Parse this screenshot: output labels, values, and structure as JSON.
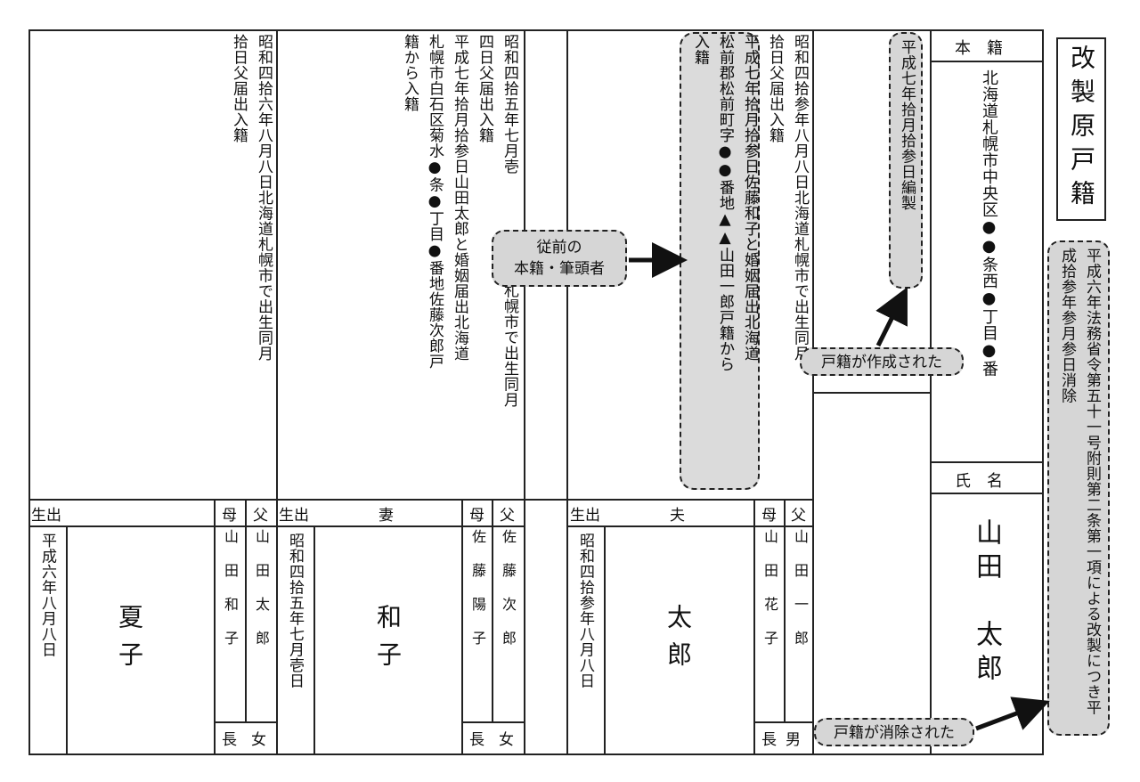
{
  "title": "改製原戸籍",
  "honseki": {
    "label": "本　籍",
    "address": "北海道札幌市中央区●●条西●丁目●番"
  },
  "shimei": {
    "label": "氏　名",
    "name": "山田　太郎"
  },
  "kaisei_note": "平成六年法務省令第五十一号附則第二条第一項による改製につき平成拾参年参月参日消除",
  "callouts": {
    "hensei_date": "平成七年拾月拾参日編製",
    "created": "戸籍が作成された",
    "deleted": "戸籍が消除された",
    "prev_1": "従前の",
    "prev_2": "本籍・筆頭者"
  },
  "persons": {
    "husband": {
      "history_1": "昭和四拾参年八月八日北海道札幌市で出生同月",
      "history_2": "拾日父届出入籍",
      "history_3": "平成七年拾月拾参日佐藤和子と婚姻届出北海道",
      "history_4": "松前郡松前町字●●番地▲▲山田一郎戸籍から",
      "history_5": "入籍",
      "role_label": "夫",
      "birth_label": "生出",
      "father_label": "父",
      "mother_label": "母",
      "father": "山田一郎",
      "mother": "山田花子",
      "relation": "長男",
      "name": "太郎",
      "birth": "昭和四拾参年八月八日"
    },
    "wife": {
      "history_1": "昭和四拾五年七月壱",
      "history_1b": "道札幌市で出生同月",
      "history_2": "四日父届出入籍",
      "history_3": "平成七年拾月拾参日山田太郎と婚姻届出北海道",
      "history_4": "札幌市白石区菊水●条●丁目●番地佐藤次郎戸",
      "history_5": "籍から入籍",
      "role_label": "妻",
      "birth_label": "生出",
      "father_label": "父",
      "mother_label": "母",
      "father": "佐藤次郎",
      "mother": "佐藤陽子",
      "relation": "長女",
      "name": "和子",
      "birth": "昭和四拾五年七月壱日"
    },
    "child": {
      "history_1": "昭和四拾六年八月八日北海道札幌市で出生同月",
      "history_2": "拾日父届出入籍",
      "birth_label": "生出",
      "father_label": "父",
      "mother_label": "母",
      "father": "山田太郎",
      "mother": "山田和子",
      "relation": "長女",
      "name": "夏子",
      "birth": "平成六年八月八日"
    }
  }
}
